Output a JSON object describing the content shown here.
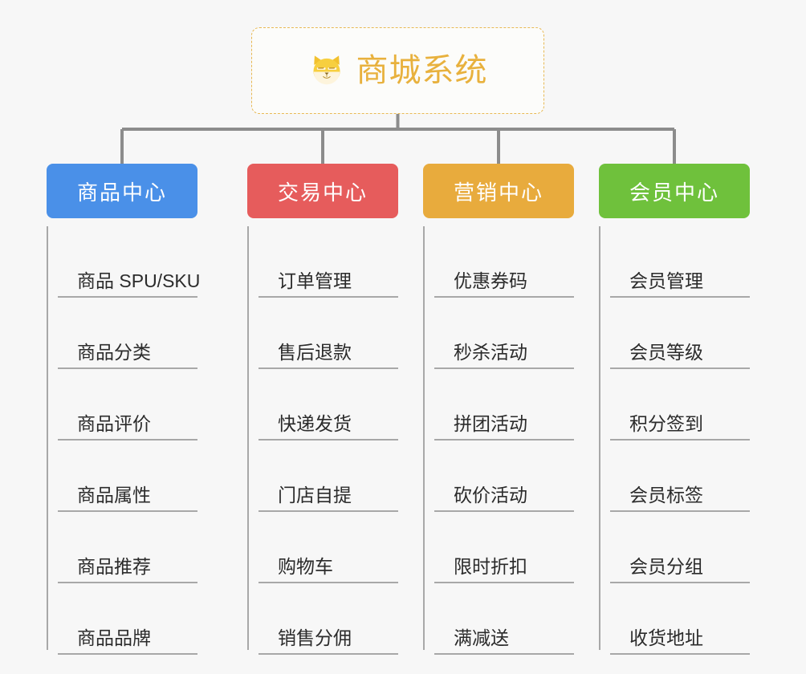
{
  "page": {
    "background_color": "#f7f7f7",
    "type": "org-chart"
  },
  "root": {
    "icon": "shiba-dog-face-icon",
    "title": "商城系统",
    "text_color": "#e8b13d",
    "border_color": "#e8b954"
  },
  "connector": {
    "color": "#8c8c8c"
  },
  "branches": [
    {
      "label": "商品中心",
      "color": "#4a90e8",
      "items": [
        "商品 SPU/SKU",
        "商品分类",
        "商品评价",
        "商品属性",
        "商品推荐",
        "商品品牌"
      ]
    },
    {
      "label": "交易中心",
      "color": "#e65c5c",
      "items": [
        "订单管理",
        "售后退款",
        "快递发货",
        "门店自提",
        "购物车",
        "销售分佣"
      ]
    },
    {
      "label": "营销中心",
      "color": "#e8ab3d",
      "items": [
        "优惠券码",
        "秒杀活动",
        "拼团活动",
        "砍价活动",
        "限时折扣",
        "满减送"
      ]
    },
    {
      "label": "会员中心",
      "color": "#6fc13c",
      "items": [
        "会员管理",
        "会员等级",
        "积分签到",
        "会员标签",
        "会员分组",
        "收货地址"
      ]
    }
  ]
}
